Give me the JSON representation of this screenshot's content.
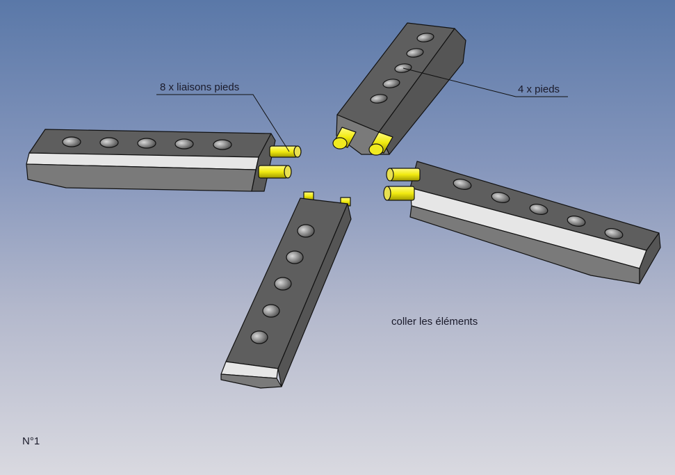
{
  "annotations": {
    "connectors_label": "8 x liaisons pieds",
    "legs_label": "4 x pieds",
    "instruction": "coller les éléments",
    "figure_number": "N°1"
  },
  "colors": {
    "block_top": "#5e5e5e",
    "block_side": "#7a7a7a",
    "bevel": "#e6e6e6",
    "pin": "#f0ee20"
  }
}
